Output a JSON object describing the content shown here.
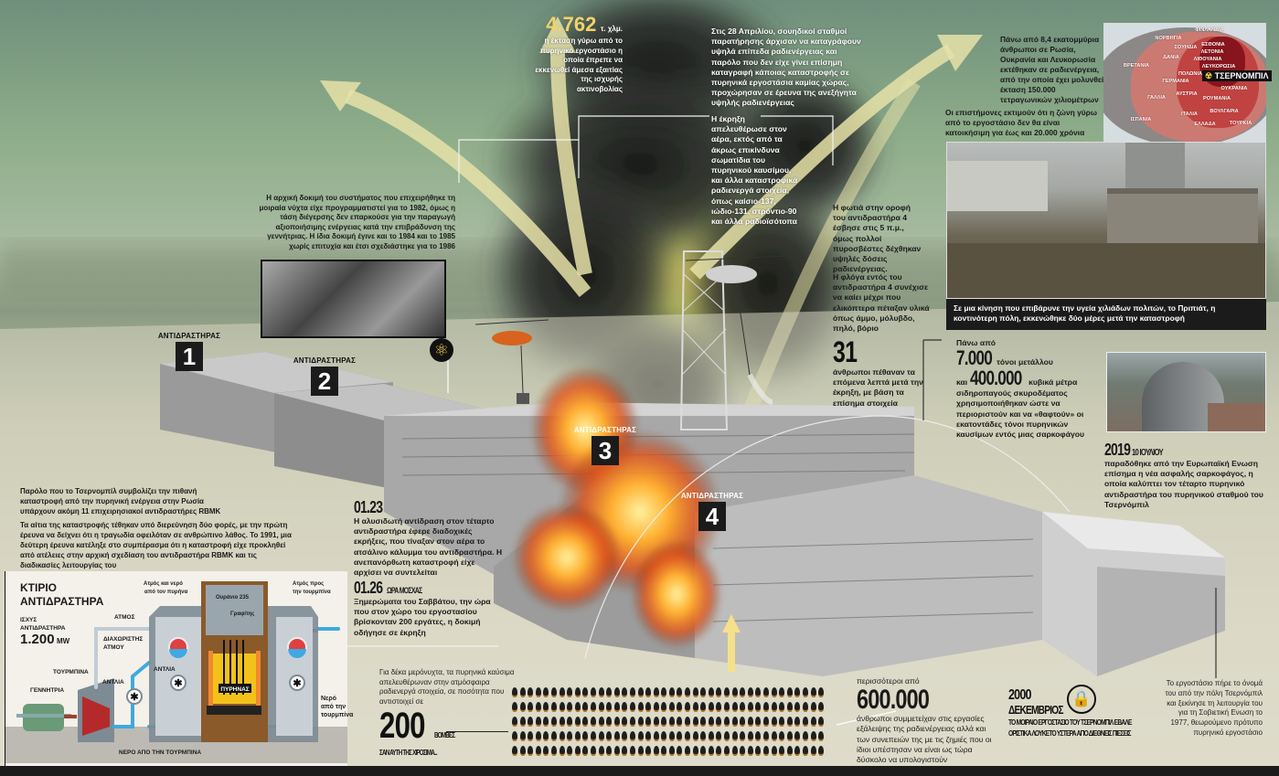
{
  "top": {
    "area_number": "4.762",
    "area_unit": "τ. χλμ.",
    "area_text": "η έκταση γύρω από το πυρηνικό εργοστάσιο η οποία έπρεπε να εκκενωθεί άμεσα εξαιτίας της ισχυρής ακτινοβολίας",
    "sweden_text": "Στις 28 Απριλίου, σουηδικοί σταθμοί παρατήρησης άρχισαν να καταγράφουν υψηλά επίπεδα ραδιενέργειας και παρόλο που δεν είχε γίνει επίσημη καταγραφή κάποιας καταστροφής σε πυρηνικά εργοστάσια καμίας χώρας, προχώρησαν σε έρευνα της ανεξήγητα υψηλής ραδιενέργειας",
    "explosion_text": "Η έκρηξη απελευθέρωσε στον αέρα, εκτός από τα άκρως επικίνδυνα σωματίδια του πυρηνικού καυσίμου, και άλλα καταστροφικά ραδιενεργά στοιχεία, όπως καίσιο-137, ιώδιο-131, στρόντιο-90 και άλλα ραδιοϊσότοπα",
    "people_text": "Πάνω από 8,4 εκατομμύρια άνθρωποι σε Ρωσία, Ουκρανία και Λευκορωσία εκτέθηκαν σε ραδιενέργεια, από την οποία έχει μολυνθεί έκταση 150.000 τετραγωνικών χιλιομέτρων",
    "scientists_text": "Οι επιστήμονες εκτιμούν ότι η ζώνη γύρω από το εργοστάσιο δεν θα είναι κατοικήσιμη για έως και 20.000 χρόνια"
  },
  "map": {
    "labels": [
      "ΦΙΝΛΑΝΔΙΑ",
      "ΝΟΡΒΗΓΙΑ",
      "ΣΟΥΗΔΙΑ",
      "ΕΣΘΟΝΙΑ",
      "ΛΕΤΟΝΙΑ",
      "ΔΑΝΙΑ",
      "ΛΙΘΟΥΑΝΙΑ",
      "ΒΡΕΤΑΝΙΑ",
      "ΛΕΥΚΟΡΩΣΙΑ",
      "ΠΟΛΩΝΙΑ",
      "ΓΕΡΜΑΝΙΑ",
      "ΟΥΚΡΑΝΙΑ",
      "ΑΥΣΤΡΙΑ",
      "ΓΑΛΛΙΑ",
      "ΡΟΥΜΑΝΙΑ",
      "ΒΟΥΛΓΑΡΙΑ",
      "ΙΣΠΑΝΙΑ",
      "ΙΤΑΛΙΑ",
      "ΕΛΛΑΔΑ",
      "ΤΟΥΡΚΙΑ"
    ],
    "chernobyl_label": "ΤΣΕΡΝΟΜΠΙΛ"
  },
  "pripyat_caption": "Σε μια κίνηση που επιβάρυνε την υγεία χιλιάδων πολιτών, το Πριπιάτ, η κοντινότερη πόλη, εκκενώθηκε δύο μέρες μετά την καταστροφή",
  "fire": {
    "roof_text": "Η φωτιά στην οροφή του αντιδραστήρα 4 έσβησε στις 5 π.μ., όμως πολλοί πυροσβέστες δέχθηκαν υψηλές δόσεις ραδιενέργειας.",
    "flame_text": "Η φλόγα εντός του αντιδραστήρα 4 συνέχισε να καίει μέχρι που ελικόπτερα πέταξαν υλικά όπως άμμο, μόλυβδο, πηλό, βόριο"
  },
  "deaths": {
    "number": "31",
    "text": "άνθρωποι πέθαναν τα επόμενα λεπτά μετά την έκρηξη, με βάση τα επίσημα στοιχεία"
  },
  "sarcophagus": {
    "intro": "Πάνω από",
    "metal_number": "7.000",
    "metal_text": "τόνοι μετάλλου",
    "and": "και",
    "concrete_number": "400.000",
    "concrete_unit": "κυβικά μέτρα",
    "text": "σιδηροπαγούς σκυροδέματος χρησιμοποιήθηκαν ώστε να περιοριστούν και να «θαφτούν» οι εκατοντάδες τόνοι πυρηνικών καυσίμων εντός μιας σαρκοφάγου"
  },
  "new_shelter": {
    "year": "2019",
    "date": "10 ΙΟΥΛΙΟΥ",
    "text": "παραδόθηκε από την Ευρωπαϊκή Ενωση επίσημα η νέα ασφαλής σαρκοφάγος, η οποία καλύπτει τον τέταρτο πυρηνικό αντιδραστήρα του πυρηνικού σταθμού του Τσερνόμπιλ"
  },
  "initial_test": "Η αρχική δοκιμή του συστήματος που επιχειρήθηκε τη μοιραία νύχτα είχε προγραμματιστεί για το 1982, όμως η τάση διέγερσης δεν επαρκούσε για την παραγωγή αξιοποιήσιμης ενέργειας κατά την επιβράδυνση της γεννήτριας. Η ίδια δοκιμή έγινε και το 1984 και το 1985 χωρίς επιτυχία και έτσι σχεδιάστηκε για το 1986",
  "reactors": [
    {
      "label": "ΑΝΤΙΔΡΑΣΤΗΡΑΣ",
      "number": "1"
    },
    {
      "label": "ΑΝΤΙΔΡΑΣΤΗΡΑΣ",
      "number": "2"
    },
    {
      "label": "ΑΝΤΙΔΡΑΣΤΗΡΑΣ",
      "number": "3"
    },
    {
      "label": "ΑΝΤΙΔΡΑΣΤΗΡΑΣ",
      "number": "4"
    }
  ],
  "timeline": [
    {
      "time": "01.23",
      "suffix": "",
      "text": "Η αλυσιδωτή αντίδραση στον τέταρτο αντιδραστήρα έφερε διαδοχικές εκρήξεις, που τίναξαν στον αέρα το ατσάλινο κάλυμμα του αντιδραστήρα. Η ανεπανόρθωτη καταστροφή είχε αρχίσει να συντελείται"
    },
    {
      "time": "01.26",
      "suffix": "ΩΡΑ ΜΟΣΧΑΣ",
      "text": "Ξημερώματα του Σαββάτου, την ώρα που στον χώρο του εργοστασίου βρίσκονταν 200 εργάτες, η δοκιμή οδήγησε σε έκρηξη"
    }
  ],
  "left_text": {
    "p1": "Παρόλο που το Τσερνομπίλ συμβολίζει την πιθανή καταστροφή από την πυρηνική ενέργεια στην Ρωσία υπάρχουν ακόμη 11 επιχειρησιακοί αντιδραστήρες RBMK",
    "p2": "Τα αίτια της καταστροφής τέθηκαν υπό διερεύνηση δύο φορές, με την πρώτη έρευνα να δείχνει ότι η τραγωδία οφειλόταν σε ανθρώπινο λάθος. Το 1991, μια δεύτερη έρευνα κατέληξε στο συμπέρασμα ότι η καταστροφή είχε προκληθεί από ατέλειες στην αρχική σχεδίαση του αντιδραστήρα RBMK και τις διαδικασίες λειτουργίας του"
  },
  "diagram": {
    "title1": "ΚΤΙΡΙΟ",
    "title2": "ΑΝΤΙΔΡΑΣΤΗΡΑ",
    "power_label1": "ΙΣΧΥΣ",
    "power_label2": "ΑΝΤΙΔΡΑΣΤΗΡΑ",
    "power_value": "1.200",
    "power_unit": "MW",
    "steam": "ΑΤΜΟΣ",
    "separator1": "ΔΙΑΧΩΡΙΣΤΗΣ",
    "separator2": "ΑΤΜΟΥ",
    "turbine": "ΤΟΥΡΜΠΙΝΑ",
    "generator": "ΓΕΝΝΗΤΡΙΑ",
    "pump_outer": "ΑΝΤΛΙΑ",
    "pump_inner": "ΑΝΤΛΙΑ",
    "steam_water1": "Ατμός και νερό",
    "steam_water2": "από τον πυρήνα",
    "uranium": "Ουράνιο 235",
    "graphite": "Γραφίτης",
    "core": "ΠΥΡΗΝΑΣ",
    "steam_to1": "Ατμός προς",
    "steam_to2": "την τουρμπίνα",
    "water_from1": "Νερό",
    "water_from2": "από την",
    "water_from3": "τουρμπίνα",
    "water_bottom": "ΝΕΡΟ ΑΠΟ ΤΗΝ ΤΟΥΡΜΠΙΝΑ"
  },
  "bombs": {
    "intro": "Για δέκα μερόνυχτα, τα πυρηνικά καύσιμα απελευθέρωναν στην ατμόσφαιρα ραδιενεργά στοιχεία, σε ποσότητα που αντιστοιχεί σε",
    "number": "200",
    "label": "ΒΟΜΒΕΣ",
    "sub": "ΣΑΝ ΑΥΤΗ ΤΗΣ ΧΙΡΟΣΙΜΑ...",
    "count": 200
  },
  "workers": {
    "intro": "περισσότεροι από",
    "number": "600.000",
    "text": "άνθρωποι συμμετείχαν στις εργασίες εξάλειψης της ραδιενέργειας αλλά και των συνεπειών της με τις ζημιές που οι ίδιοι υπέστησαν να είναι ως τώρα δύσκολο να υπολογιστούν"
  },
  "closure": {
    "year": "2000",
    "month": "ΔΕΚΕΜΒΡΙΟΣ",
    "text": "ΤΟ ΜΟΙΡΑΙΟ ΕΡΓΟΣΤΑΣΙΟ ΤΟΥ ΤΣΕΡΝΟΜΠΙΛ ΕΒΑΛΕ ΟΡΙΣΤΙΚΑ ΛΟΥΚΕΤΟ ΥΣΤΕΡΑ ΑΠΟ ΔΙΕΘΝΕΙΣ ΠΙΕΣΕΙΣ"
  },
  "name_origin": "Το εργοστάσιο πήρε το όνομά του από την πόλη Τσερνόμπιλ και ξεκίνησε τη λειτουργία του για τη Σοβιετική Ενωση το 1977, θεωρούμενο πρότυπο πυρηνικό εργοστάσιο",
  "colors": {
    "arrow": "#e6e2a8",
    "accent_yellow": "#f2c94c",
    "fire": "#f07a1a",
    "dark": "#1b1b1b"
  }
}
